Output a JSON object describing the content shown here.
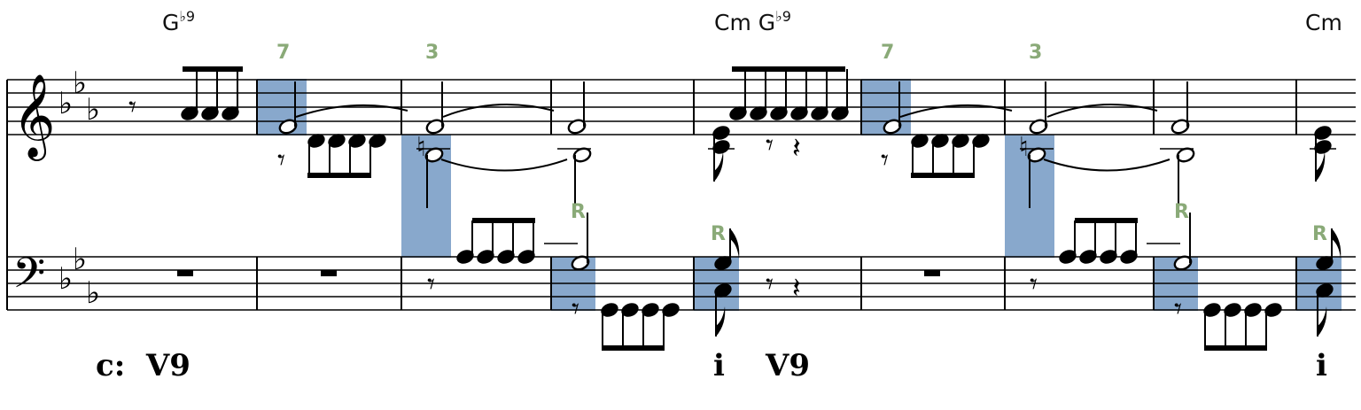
{
  "colors": {
    "highlight": "#88a8cc",
    "interval_label": "#8aaa78",
    "ink": "#000000"
  },
  "key": {
    "flats": 3,
    "clefs": [
      "treble-clef",
      "bass-clef"
    ]
  },
  "chord_symbols": [
    {
      "root": "G",
      "sup": "♭9"
    },
    {
      "root": "Cm G",
      "sup": "♭9"
    },
    {
      "root": "Cm",
      "sup": ""
    }
  ],
  "interval_labels": [
    "7",
    "3",
    "R",
    "R",
    "7",
    "3",
    "R",
    "R"
  ],
  "roman_numerals": [
    "c:  V9",
    "i",
    "V9",
    "i"
  ]
}
